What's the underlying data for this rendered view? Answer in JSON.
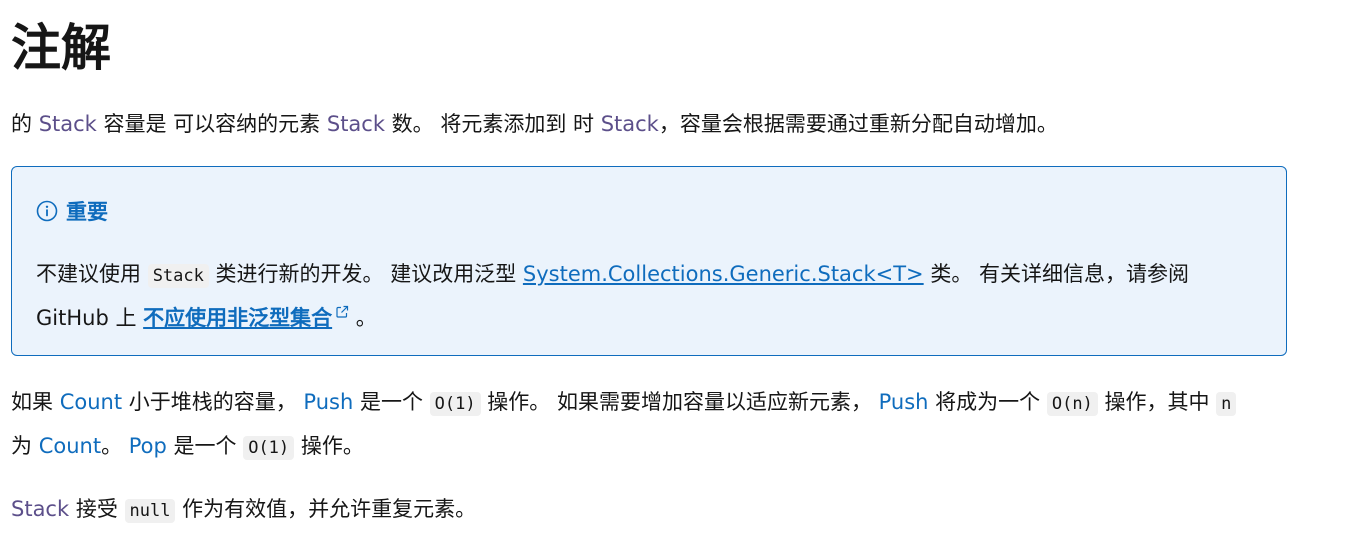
{
  "heading": "注解",
  "para1": {
    "t1": "的 ",
    "stack1": "Stack",
    "t2": " 容量是 可以容纳的元素 ",
    "stack2": "Stack",
    "t3": " 数。 将元素添加到 时 ",
    "stack3": "Stack",
    "t4": "，容量会根据需要通过重新分配自动增加。"
  },
  "alert": {
    "title": "重要",
    "t1": "不建议使用 ",
    "code1": "Stack",
    "t2": " 类进行新的开发。 建议改用泛型 ",
    "link1": "System.Collections.Generic.Stack<T>",
    "t3": " 类。 有关详细信息，请参阅 GitHub 上 ",
    "link2": "不应使用非泛型集合",
    "t4": " 。"
  },
  "para3": {
    "t1": "如果 ",
    "count1": "Count",
    "t2": " 小于堆栈的容量， ",
    "push1": "Push",
    "t3": " 是一个 ",
    "code1": "O(1)",
    "t4": " 操作。 如果需要增加容量以适应新元素， ",
    "push2": "Push",
    "t5": " 将成为一个 ",
    "code2": "O(n)",
    "t6": " 操作，其中 ",
    "code3": "n",
    "t7": " 为 ",
    "count2": "Count",
    "t8": "。 ",
    "pop": "Pop",
    "t9": " 是一个 ",
    "code4": "O(1)",
    "t10": " 操作。"
  },
  "para4": {
    "stack": "Stack",
    "t1": " 接受 ",
    "code1": "null",
    "t2": " 作为有效值，并允许重复元素。"
  },
  "colors": {
    "link": "#0f6cbd",
    "api_ref": "#5c4f8a",
    "alert_bg": "#ebf3fc"
  },
  "icons": {
    "alert": "info-circle-icon",
    "external": "external-link-icon"
  }
}
